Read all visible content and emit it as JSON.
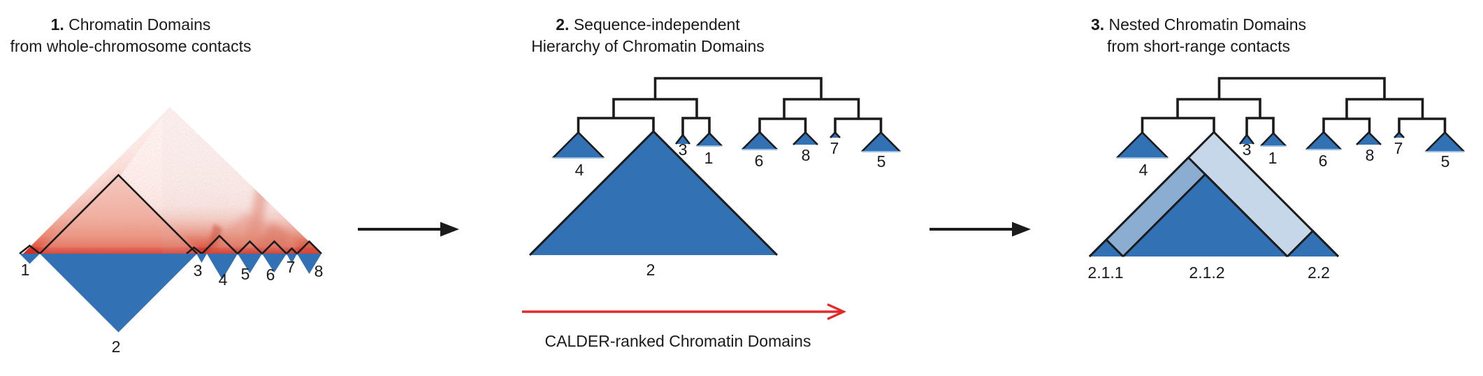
{
  "titles": {
    "panel1": {
      "number": "1.",
      "line1": " Chromatin Domains",
      "line2": "from whole-chromosome contacts"
    },
    "panel2": {
      "number": "2.",
      "line1": " Sequence-independent",
      "line2": "Hierarchy of Chromatin Domains"
    },
    "panel3": {
      "number": "3.",
      "line1": " Nested Chromatin Domains",
      "line2": "from short-range contacts"
    }
  },
  "p1": {
    "d1": "1",
    "d2": "2",
    "d3": "3",
    "d4": "4",
    "d5": "5",
    "d6": "6",
    "d7": "7",
    "d8": "8"
  },
  "p2": {
    "t4": "4",
    "t2": "2",
    "t3": "3",
    "t1": "1",
    "t6": "6",
    "t8": "8",
    "t7": "7",
    "t5": "5"
  },
  "p3": {
    "t4": "4",
    "t3": "3",
    "t1": "1",
    "t6": "6",
    "t8": "8",
    "t7": "7",
    "t5": "5",
    "n211": "2.1.1",
    "n212": "2.1.2",
    "n22": "2.2"
  },
  "calder": {
    "label": "CALDER-ranked Chromatin Domains"
  },
  "colors": {
    "domain_blue": "#3272b4",
    "nested_medium_blue": "#8badd2",
    "nested_light_blue": "#c7d7ea",
    "heatmap_red": "#d7281c",
    "arrow_red": "#e12b2b",
    "line_black": "#1b1b1b"
  }
}
